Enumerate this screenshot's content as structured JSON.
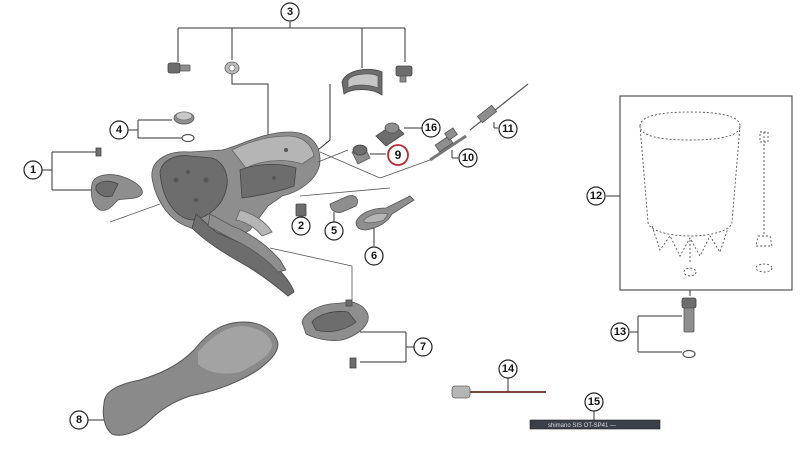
{
  "diagram": {
    "highlight_color": "#c0282f",
    "callouts": [
      {
        "id": "1",
        "label": "1"
      },
      {
        "id": "2",
        "label": "2"
      },
      {
        "id": "3",
        "label": "3"
      },
      {
        "id": "4",
        "label": "4"
      },
      {
        "id": "5",
        "label": "5"
      },
      {
        "id": "6",
        "label": "6"
      },
      {
        "id": "7",
        "label": "7"
      },
      {
        "id": "8",
        "label": "8"
      },
      {
        "id": "9",
        "label": "9",
        "highlighted": true
      },
      {
        "id": "10",
        "label": "10"
      },
      {
        "id": "11",
        "label": "11"
      },
      {
        "id": "12",
        "label": "12"
      },
      {
        "id": "13",
        "label": "13"
      },
      {
        "id": "14",
        "label": "14"
      },
      {
        "id": "15",
        "label": "15"
      },
      {
        "id": "16",
        "label": "16"
      }
    ],
    "cable_marking": "shimano SIS  OT-SP41 —"
  }
}
